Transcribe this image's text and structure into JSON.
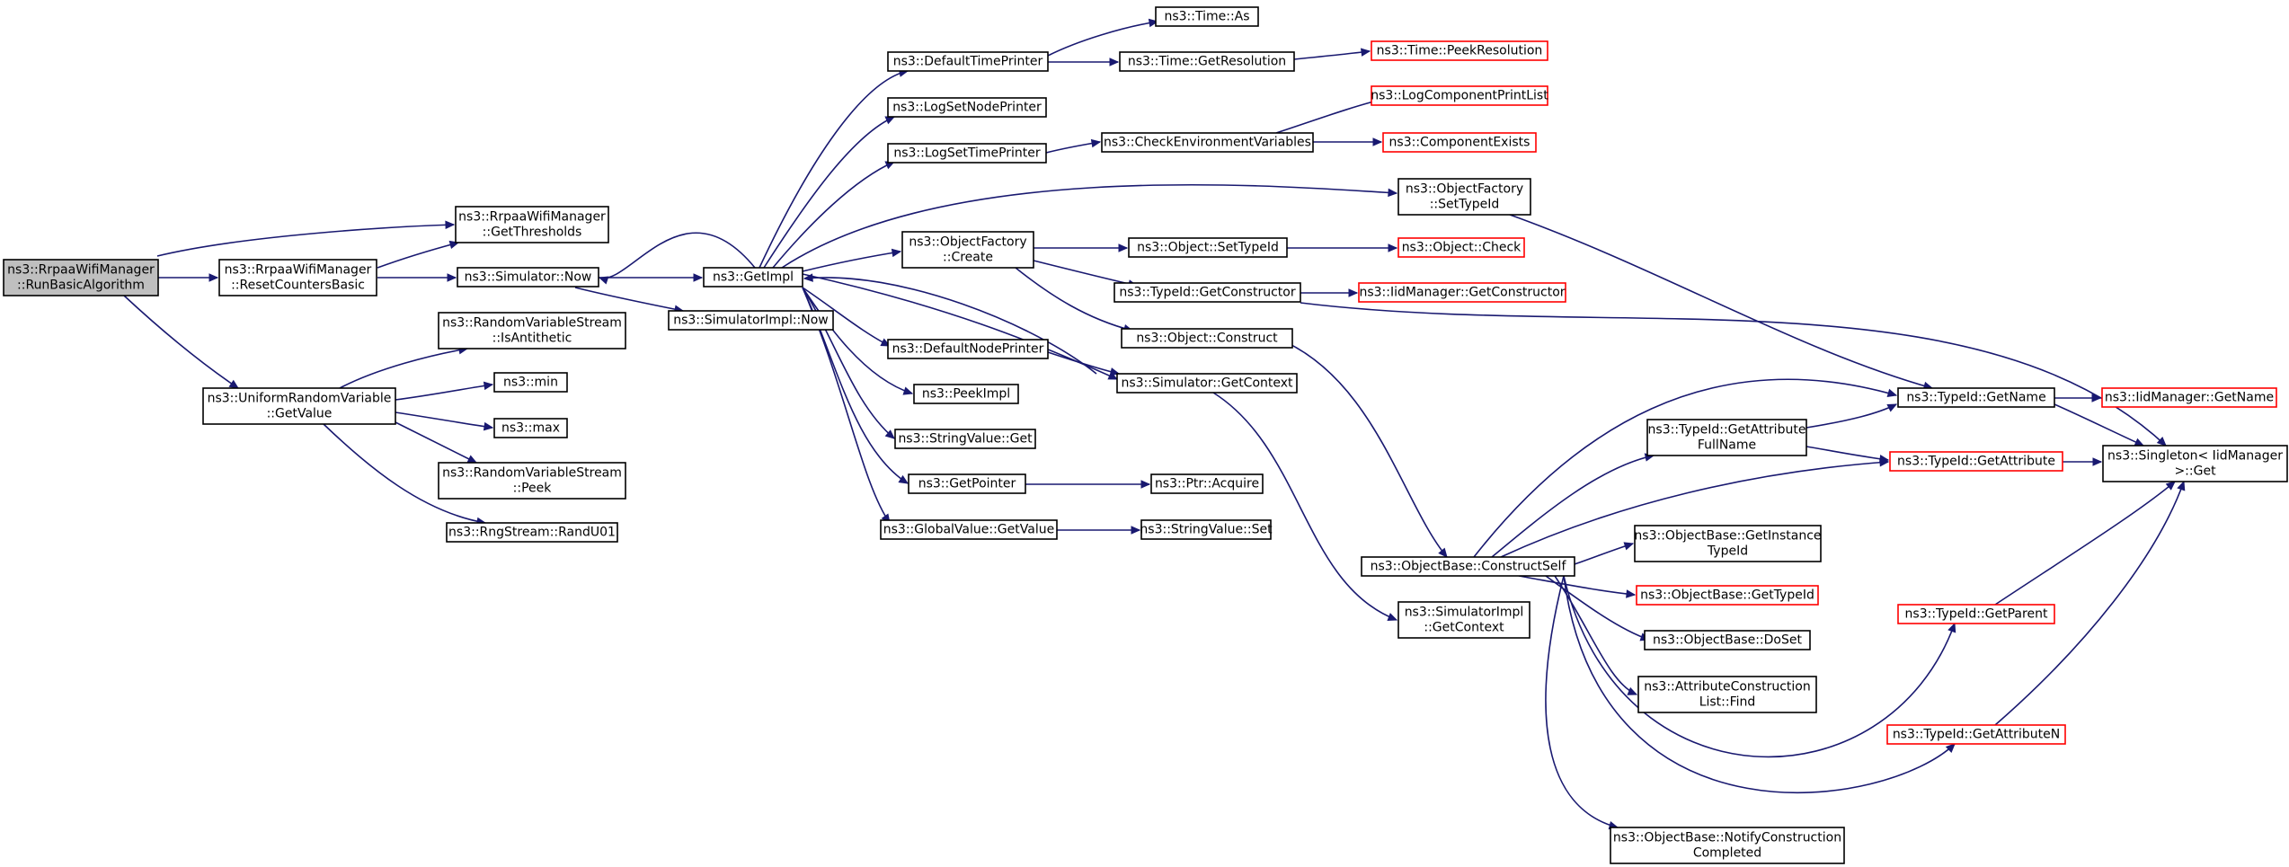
{
  "diagram": {
    "type": "call-graph",
    "colors": {
      "edge": "#191970",
      "node_border": "#000000",
      "truncated_border": "#ff0000",
      "root_fill": "#bfbfbf",
      "node_fill": "#ffffff"
    },
    "nodes": [
      {
        "id": "root",
        "lines": [
          "ns3::RrpaaWifiManager",
          "::RunBasicAlgorithm"
        ],
        "root": true
      },
      {
        "id": "getThr",
        "lines": [
          "ns3::RrpaaWifiManager",
          "::GetThresholds"
        ]
      },
      {
        "id": "reset",
        "lines": [
          "ns3::RrpaaWifiManager",
          "::ResetCountersBasic"
        ]
      },
      {
        "id": "now",
        "lines": [
          "ns3::Simulator::Now"
        ]
      },
      {
        "id": "urv",
        "lines": [
          "ns3::UniformRandomVariable",
          "::GetValue"
        ]
      },
      {
        "id": "isAnti",
        "lines": [
          "ns3::RandomVariableStream",
          "::IsAntithetic"
        ]
      },
      {
        "id": "min",
        "lines": [
          "ns3::min"
        ]
      },
      {
        "id": "max",
        "lines": [
          "ns3::max"
        ]
      },
      {
        "id": "peek",
        "lines": [
          "ns3::RandomVariableStream",
          "::Peek"
        ]
      },
      {
        "id": "randu",
        "lines": [
          "ns3::RngStream::RandU01"
        ]
      },
      {
        "id": "simImplNow",
        "lines": [
          "ns3::SimulatorImpl::Now"
        ]
      },
      {
        "id": "getImpl",
        "lines": [
          "ns3::GetImpl"
        ]
      },
      {
        "id": "dtp",
        "lines": [
          "ns3::DefaultTimePrinter"
        ]
      },
      {
        "id": "lsnp",
        "lines": [
          "ns3::LogSetNodePrinter"
        ]
      },
      {
        "id": "lstp",
        "lines": [
          "ns3::LogSetTimePrinter"
        ]
      },
      {
        "id": "ofCreate",
        "lines": [
          "ns3::ObjectFactory",
          "::Create"
        ]
      },
      {
        "id": "dnp",
        "lines": [
          "ns3::DefaultNodePrinter"
        ]
      },
      {
        "id": "peekImpl",
        "lines": [
          "ns3::PeekImpl"
        ]
      },
      {
        "id": "svGet",
        "lines": [
          "ns3::StringValue::Get"
        ]
      },
      {
        "id": "getPtr",
        "lines": [
          "ns3::GetPointer"
        ]
      },
      {
        "id": "gvGet",
        "lines": [
          "ns3::GlobalValue::GetValue"
        ]
      },
      {
        "id": "timeAs",
        "lines": [
          "ns3::Time::As"
        ]
      },
      {
        "id": "timeRes",
        "lines": [
          "ns3::Time::GetResolution"
        ]
      },
      {
        "id": "cev",
        "lines": [
          "ns3::CheckEnvironmentVariables"
        ]
      },
      {
        "id": "objSet",
        "lines": [
          "ns3::Object::SetTypeId"
        ]
      },
      {
        "id": "tidCtor",
        "lines": [
          "ns3::TypeId::GetConstructor"
        ]
      },
      {
        "id": "objCons",
        "lines": [
          "ns3::Object::Construct"
        ]
      },
      {
        "id": "simCtx",
        "lines": [
          "ns3::Simulator::GetContext"
        ]
      },
      {
        "id": "ptrAcq",
        "lines": [
          "ns3::Ptr::Acquire"
        ]
      },
      {
        "id": "svSet",
        "lines": [
          "ns3::StringValue::Set"
        ]
      },
      {
        "id": "peekRes",
        "lines": [
          "ns3::Time::PeekResolution"
        ],
        "trunc": true
      },
      {
        "id": "lcpl",
        "lines": [
          "ns3::LogComponentPrintList"
        ],
        "trunc": true
      },
      {
        "id": "compEx",
        "lines": [
          "ns3::ComponentExists"
        ],
        "trunc": true
      },
      {
        "id": "ofSet",
        "lines": [
          "ns3::ObjectFactory",
          "::SetTypeId"
        ]
      },
      {
        "id": "objCheck",
        "lines": [
          "ns3::Object::Check"
        ],
        "trunc": true
      },
      {
        "id": "iidCtor",
        "lines": [
          "ns3::IidManager::GetConstructor"
        ],
        "trunc": true
      },
      {
        "id": "construct",
        "lines": [
          "ns3::ObjectBase::ConstructSelf"
        ]
      },
      {
        "id": "simImplCtx",
        "lines": [
          "ns3::SimulatorImpl",
          "::GetContext"
        ]
      },
      {
        "id": "tidName",
        "lines": [
          "ns3::TypeId::GetName"
        ]
      },
      {
        "id": "tidAttrFull",
        "lines": [
          "ns3::TypeId::GetAttribute",
          "FullName"
        ]
      },
      {
        "id": "tidAttr",
        "lines": [
          "ns3::TypeId::GetAttribute"
        ],
        "trunc": true
      },
      {
        "id": "obInst",
        "lines": [
          "ns3::ObjectBase::GetInstance",
          "TypeId"
        ]
      },
      {
        "id": "obTid",
        "lines": [
          "ns3::ObjectBase::GetTypeId"
        ],
        "trunc": true
      },
      {
        "id": "doSet",
        "lines": [
          "ns3::ObjectBase::DoSet"
        ]
      },
      {
        "id": "acFind",
        "lines": [
          "ns3::AttributeConstruction",
          "List::Find"
        ]
      },
      {
        "id": "notify",
        "lines": [
          "ns3::ObjectBase::NotifyConstruction",
          "Completed"
        ]
      },
      {
        "id": "tidParent",
        "lines": [
          "ns3::TypeId::GetParent"
        ],
        "trunc": true
      },
      {
        "id": "tidAttrN",
        "lines": [
          "ns3::TypeId::GetAttributeN"
        ],
        "trunc": true
      },
      {
        "id": "iidName",
        "lines": [
          "ns3::IidManager::GetName"
        ],
        "trunc": true
      },
      {
        "id": "singleton",
        "lines": [
          "ns3::Singleton< IidManager",
          ">::Get"
        ]
      }
    ],
    "edges": [
      [
        "root",
        "getThr"
      ],
      [
        "root",
        "reset"
      ],
      [
        "root",
        "urv"
      ],
      [
        "reset",
        "getThr"
      ],
      [
        "reset",
        "now"
      ],
      [
        "now",
        "getImpl"
      ],
      [
        "now",
        "simImplNow"
      ],
      [
        "urv",
        "isAnti"
      ],
      [
        "urv",
        "min"
      ],
      [
        "urv",
        "max"
      ],
      [
        "urv",
        "peek"
      ],
      [
        "urv",
        "randu"
      ],
      [
        "getImpl",
        "now"
      ],
      [
        "getImpl",
        "dtp"
      ],
      [
        "getImpl",
        "lsnp"
      ],
      [
        "getImpl",
        "lstp"
      ],
      [
        "getImpl",
        "ofCreate"
      ],
      [
        "getImpl",
        "ofSet"
      ],
      [
        "getImpl",
        "dnp"
      ],
      [
        "getImpl",
        "peekImpl"
      ],
      [
        "getImpl",
        "svGet"
      ],
      [
        "getImpl",
        "getPtr"
      ],
      [
        "getImpl",
        "gvGet"
      ],
      [
        "getImpl",
        "simCtx"
      ],
      [
        "dtp",
        "timeAs"
      ],
      [
        "dtp",
        "timeRes"
      ],
      [
        "timeRes",
        "peekRes"
      ],
      [
        "lstp",
        "cev"
      ],
      [
        "cev",
        "lcpl"
      ],
      [
        "cev",
        "compEx"
      ],
      [
        "ofCreate",
        "objSet"
      ],
      [
        "ofCreate",
        "tidCtor"
      ],
      [
        "ofCreate",
        "objCons"
      ],
      [
        "objSet",
        "objCheck"
      ],
      [
        "tidCtor",
        "iidCtor"
      ],
      [
        "tidCtor",
        "singleton"
      ],
      [
        "objCons",
        "construct"
      ],
      [
        "dnp",
        "simCtx"
      ],
      [
        "simCtx",
        "getImpl"
      ],
      [
        "simCtx",
        "simImplCtx"
      ],
      [
        "getPtr",
        "ptrAcq"
      ],
      [
        "gvGet",
        "svSet"
      ],
      [
        "ofSet",
        "tidName"
      ],
      [
        "construct",
        "tidName"
      ],
      [
        "construct",
        "tidAttrFull"
      ],
      [
        "construct",
        "tidAttr"
      ],
      [
        "construct",
        "obInst"
      ],
      [
        "construct",
        "obTid"
      ],
      [
        "construct",
        "doSet"
      ],
      [
        "construct",
        "acFind"
      ],
      [
        "construct",
        "tidParent"
      ],
      [
        "construct",
        "tidAttrN"
      ],
      [
        "construct",
        "notify"
      ],
      [
        "tidAttrFull",
        "tidName"
      ],
      [
        "tidAttrFull",
        "tidAttr"
      ],
      [
        "tidName",
        "iidName"
      ],
      [
        "tidName",
        "singleton"
      ],
      [
        "tidAttr",
        "singleton"
      ],
      [
        "tidParent",
        "singleton"
      ],
      [
        "tidAttrN",
        "singleton"
      ]
    ]
  }
}
